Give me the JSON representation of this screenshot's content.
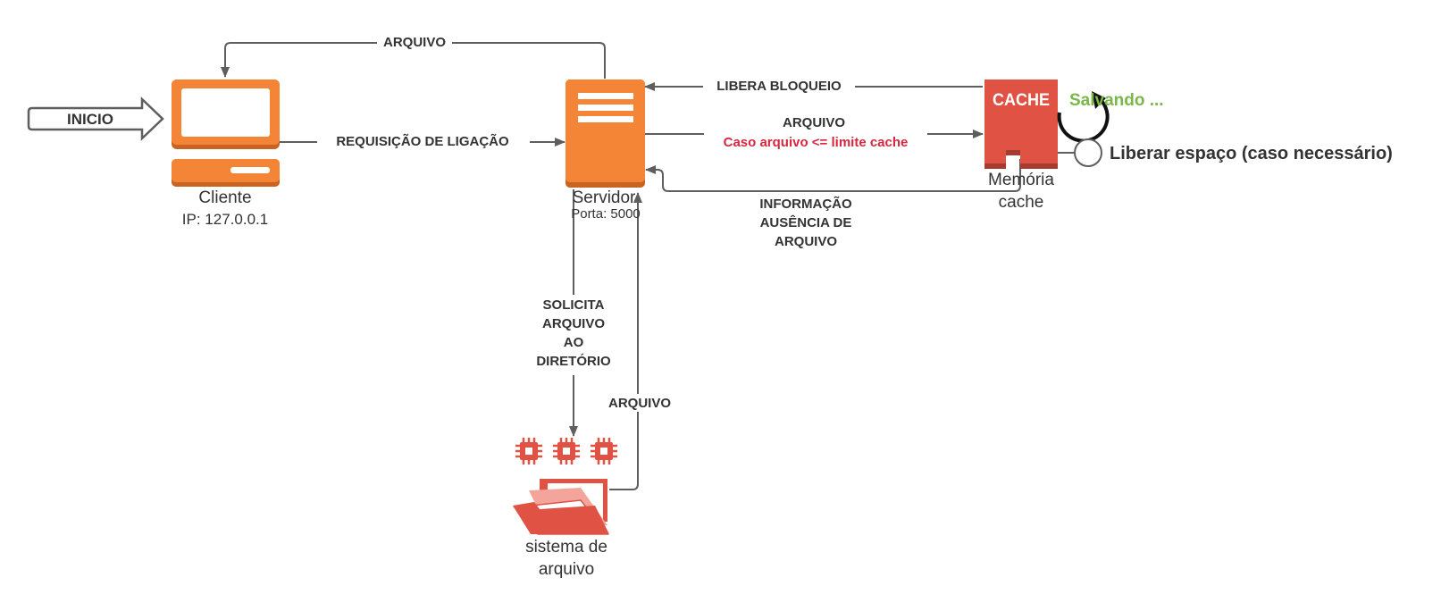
{
  "colors": {
    "client_orange": "#F58536",
    "server_orange": "#F58536",
    "cache_red": "#E05243",
    "folder_red": "#E05243",
    "edge": "#5E5E5E",
    "text": "#333333",
    "warning_red": "#D7263D",
    "saving_green": "#7AB648"
  },
  "nodes": {
    "start": "INICIO",
    "client": {
      "name": "Cliente",
      "ip": "IP: 127.0.0.1"
    },
    "server": {
      "name": "Servidor",
      "port": "Porta: 5000"
    },
    "cache": {
      "badge": "CACHE",
      "name_line1": "Memória",
      "name_line2": "cache",
      "saving": "Salvando ..."
    },
    "filesystem": {
      "line1": "sistema de",
      "line2": "arquivo"
    },
    "free_space": "Liberar espaço (caso necessário)"
  },
  "edges": {
    "server_to_client": "ARQUIVO",
    "client_to_server": "REQUISIÇÃO DE LIGAÇÃO",
    "cache_unlock": "LIBERA BLOQUEIO",
    "server_to_cache_line1": "ARQUIVO",
    "server_to_cache_line2": "Caso arquivo <= limite cache",
    "cache_missing": [
      "INFORMAÇÃO",
      "AUSÊNCIA DE",
      "ARQUIVO"
    ],
    "request_dir": [
      "SOLICITA",
      "ARQUIVO",
      "AO",
      "DIRETÓRIO"
    ],
    "fs_to_server": "ARQUIVO"
  }
}
